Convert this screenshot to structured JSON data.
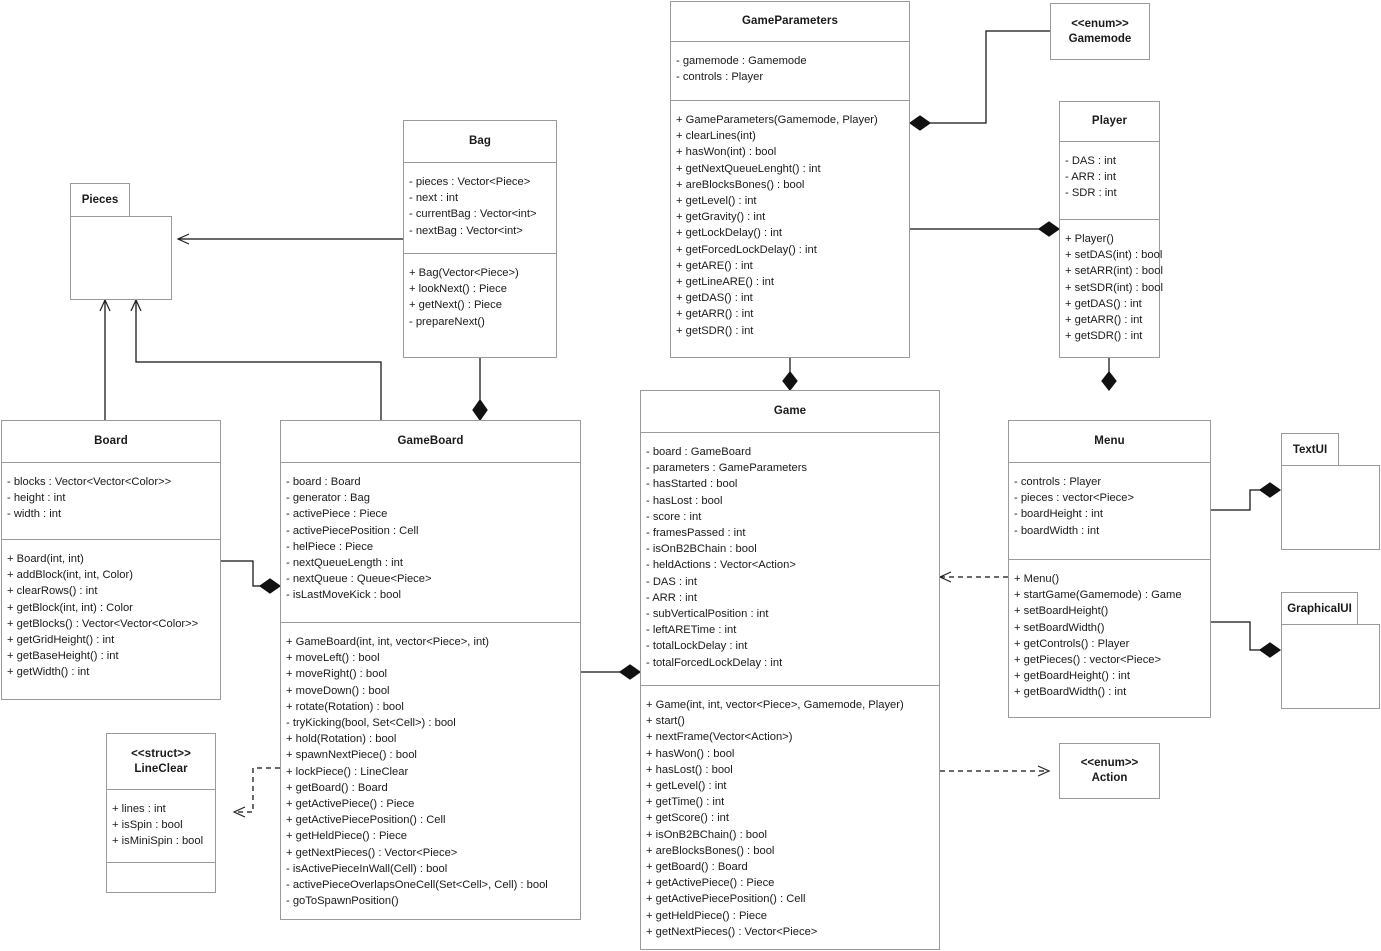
{
  "diagram": {
    "title": "UML Class Diagram",
    "colors": {
      "stroke": "#555555",
      "box_border": "#9a9a9a",
      "fill": "#ffffff",
      "text": "#1a1a1a"
    }
  },
  "classes": {
    "pieces": {
      "name": "Pieces",
      "kind": "package"
    },
    "bag": {
      "name": "Bag",
      "attributes": [
        "- pieces : Vector<Piece>",
        "- next : int",
        "- currentBag : Vector<int>",
        "- nextBag : Vector<int>"
      ],
      "methods": [
        "+ Bag(Vector<Piece>)",
        "+ lookNext() : Piece",
        "+ getNext() : Piece",
        "- prepareNext()"
      ]
    },
    "board": {
      "name": "Board",
      "attributes": [
        "- blocks : Vector<Vector<Color>>",
        "- height : int",
        "- width : int"
      ],
      "methods": [
        "+ Board(int, int)",
        "+ addBlock(int, int, Color)",
        "+ clearRows() : int",
        "+ getBlock(int, int) : Color",
        "+ getBlocks() : Vector<Vector<Color>>",
        "+ getGridHeight() : int",
        "+ getBaseHeight() : int",
        "+ getWidth() : int"
      ]
    },
    "gameboard": {
      "name": "GameBoard",
      "attributes": [
        "- board : Board",
        "- generator : Bag",
        "- activePiece : Piece",
        "- activePiecePosition : Cell",
        "- helPiece : Piece",
        "- nextQueueLength : int",
        "- nextQueue : Queue<Piece>",
        "- isLastMoveKick : bool"
      ],
      "methods": [
        "+ GameBoard(int, int, vector<Piece>, int)",
        "+ moveLeft() : bool",
        "+ moveRight() : bool",
        "+ moveDown() : bool",
        "+ rotate(Rotation) : bool",
        "- tryKicking(bool, Set<Cell>) : bool",
        "+ hold(Rotation) : bool",
        "+ spawnNextPiece() : bool",
        "+ lockPiece() : LineClear",
        "+ getBoard() : Board",
        "+ getActivePiece() : Piece",
        "+ getActivePiecePosition() : Cell",
        "+ getHeldPiece() : Piece",
        "+ getNextPieces() : Vector<Piece>",
        "- isActivePieceInWall(Cell) : bool",
        "- activePieceOverlapsOneCell(Set<Cell>, Cell) : bool",
        "- goToSpawnPosition()"
      ]
    },
    "lineclear": {
      "stereotype": "<<struct>>",
      "name": "LineClear",
      "attributes": [
        "+ lines : int",
        "+ isSpin : bool",
        "+ isMiniSpin : bool"
      ],
      "methods": []
    },
    "gameparameters": {
      "name": "GameParameters",
      "attributes": [
        "- gamemode : Gamemode",
        "- controls : Player"
      ],
      "methods": [
        "+ GameParameters(Gamemode, Player)",
        "+ clearLines(int)",
        "+ hasWon(int) : bool",
        "+ getNextQueueLenght() : int",
        "+ areBlocksBones() : bool",
        "+ getLevel() : int",
        "+ getGravity() : int",
        "+ getLockDelay() : int",
        "+ getForcedLockDelay() : int",
        "+ getARE() : int",
        "+ getLineARE() : int",
        "+ getDAS() : int",
        "+ getARR() : int",
        "+ getSDR() : int"
      ]
    },
    "gamemode": {
      "stereotype": "<<enum>>",
      "name": "Gamemode"
    },
    "player": {
      "name": "Player",
      "attributes": [
        "- DAS : int",
        "- ARR : int",
        "- SDR : int"
      ],
      "methods": [
        "+ Player()",
        "+ setDAS(int) : bool",
        "+ setARR(int) : bool",
        "+ setSDR(int) : bool",
        "+ getDAS() : int",
        "+ getARR() : int",
        "+ getSDR() : int"
      ]
    },
    "game": {
      "name": "Game",
      "attributes": [
        "- board : GameBoard",
        "- parameters : GameParameters",
        "- hasStarted : bool",
        "- hasLost : bool",
        "- score : int",
        "- framesPassed : int",
        "- isOnB2BChain : bool",
        "- heldActions : Vector<Action>",
        "- DAS : int",
        "- ARR : int",
        "- subVerticalPosition : int",
        "- leftARETime : int",
        "- totalLockDelay : int",
        "- totalForcedLockDelay : int"
      ],
      "methods": [
        "+ Game(int, int, vector<Piece>, Gamemode, Player)",
        "+ start()",
        "+ nextFrame(Vector<Action>)",
        "+ hasWon() : bool",
        "+ hasLost() : bool",
        "+ getLevel() : int",
        "+ getTime() : int",
        "+ getScore() : int",
        "+ isOnB2BChain() : bool",
        "+ areBlocksBones() : bool",
        "+ getBoard() : Board",
        "+ getActivePiece() : Piece",
        "+ getActivePiecePosition() : Cell",
        "+ getHeldPiece() : Piece",
        "+ getNextPieces() : Vector<Piece>"
      ]
    },
    "menu": {
      "name": "Menu",
      "attributes": [
        "- controls : Player",
        "- pieces : vector<Piece>",
        "- boardHeight : int",
        "- boardWidth : int"
      ],
      "methods": [
        "+ Menu()",
        "+ startGame(Gamemode) : Game",
        "+ setBoardHeight()",
        "+ setBoardWidth()",
        "+ getControls() : Player",
        "+ getPieces() : vector<Piece>",
        "+ getBoardHeight() : int",
        "+ getBoardWidth() : int"
      ]
    },
    "action": {
      "stereotype": "<<enum>>",
      "name": "Action"
    },
    "textui": {
      "name": "TextUI",
      "kind": "package"
    },
    "graphicalui": {
      "name": "GraphicalUI",
      "kind": "package"
    }
  }
}
